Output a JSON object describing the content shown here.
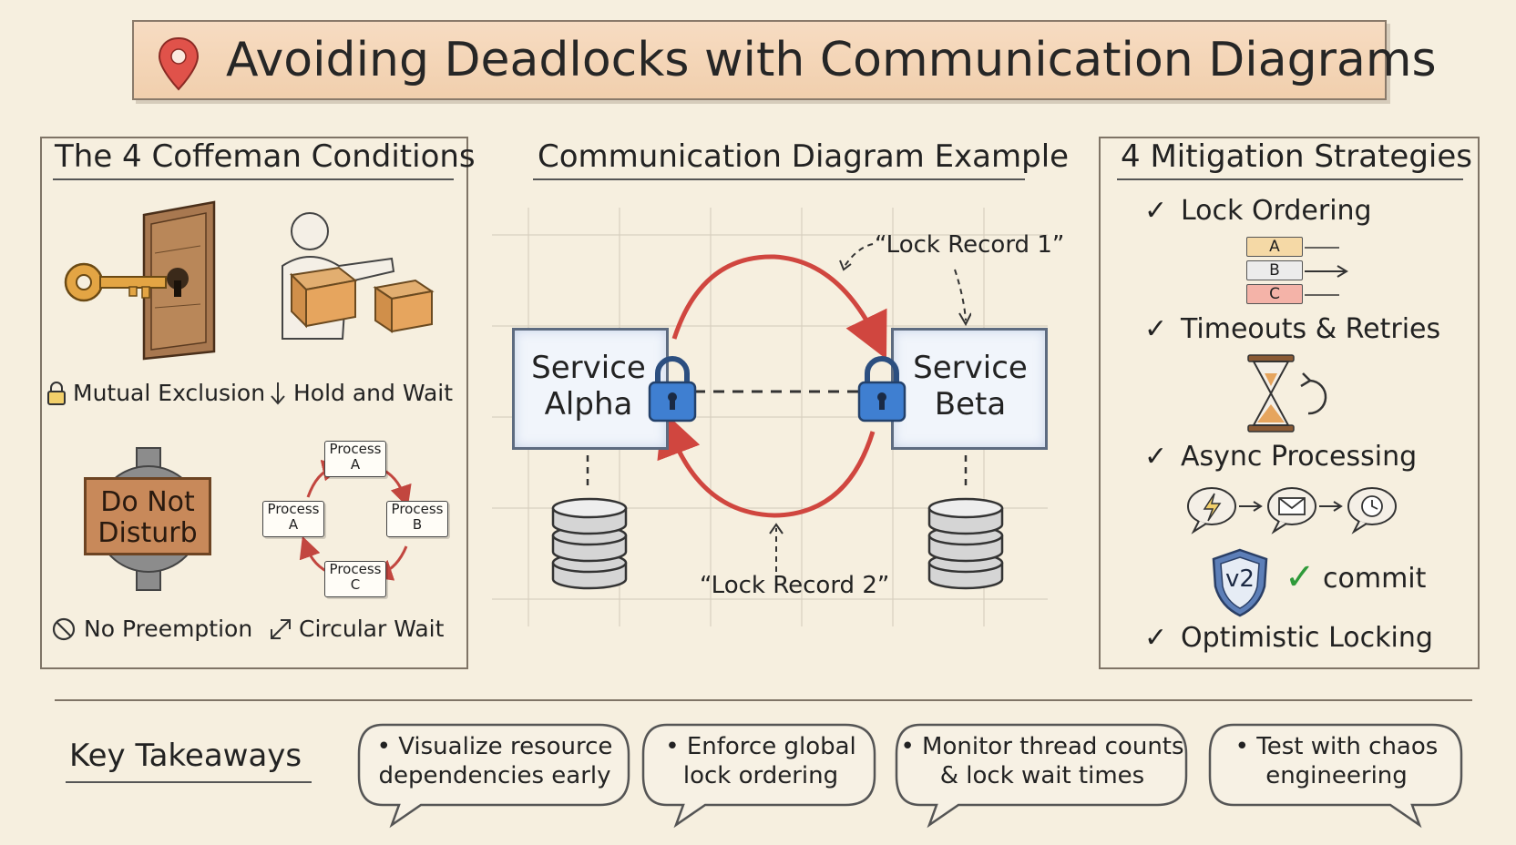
{
  "title": "Avoiding Deadlocks with Communication Diagrams",
  "left_panel": {
    "heading": "The 4 Coffeman Conditions",
    "conditions": [
      {
        "label": "Mutual Exclusion",
        "icon": "padlock-icon"
      },
      {
        "label": "Hold and Wait",
        "icon": "down-arrow-icon"
      },
      {
        "label": "No Preemption",
        "icon": "prohibited-icon"
      },
      {
        "label": "Circular Wait",
        "icon": "circular-arrows-icon"
      }
    ],
    "sign_text": [
      "Do Not",
      "Disturb"
    ],
    "cycle_processes": [
      "Process A",
      "Process B",
      "Process C",
      "Process A"
    ]
  },
  "center_panel": {
    "heading": "Communication Diagram Example",
    "service_alpha": [
      "Service",
      "Alpha"
    ],
    "service_beta": [
      "Service",
      "Beta"
    ],
    "lock_record_1": "“Lock Record 1”",
    "lock_record_2": "“Lock Record 2”"
  },
  "right_panel": {
    "heading": "4 Mitigation Strategies",
    "strategies": [
      "Lock Ordering",
      "Timeouts & Retries",
      "Async Processing",
      "Optimistic Locking"
    ],
    "ordering_letters": [
      "A",
      "B",
      "C"
    ],
    "version_badge": "v2",
    "commit_label": "commit"
  },
  "takeaways": {
    "heading": "Key Takeaways",
    "items": [
      [
        "• Visualize resource",
        "dependencies early"
      ],
      [
        "• Enforce global",
        "lock ordering"
      ],
      [
        "• Monitor thread counts",
        "& lock wait times"
      ],
      [
        "• Test with chaos",
        "engineering"
      ]
    ]
  },
  "colors": {
    "background": "#f6efdf",
    "banner": "#f1cfad",
    "lock_blue": "#3f7fd1",
    "cycle_red": "#d0463f",
    "check_green": "#2f9a3a"
  }
}
